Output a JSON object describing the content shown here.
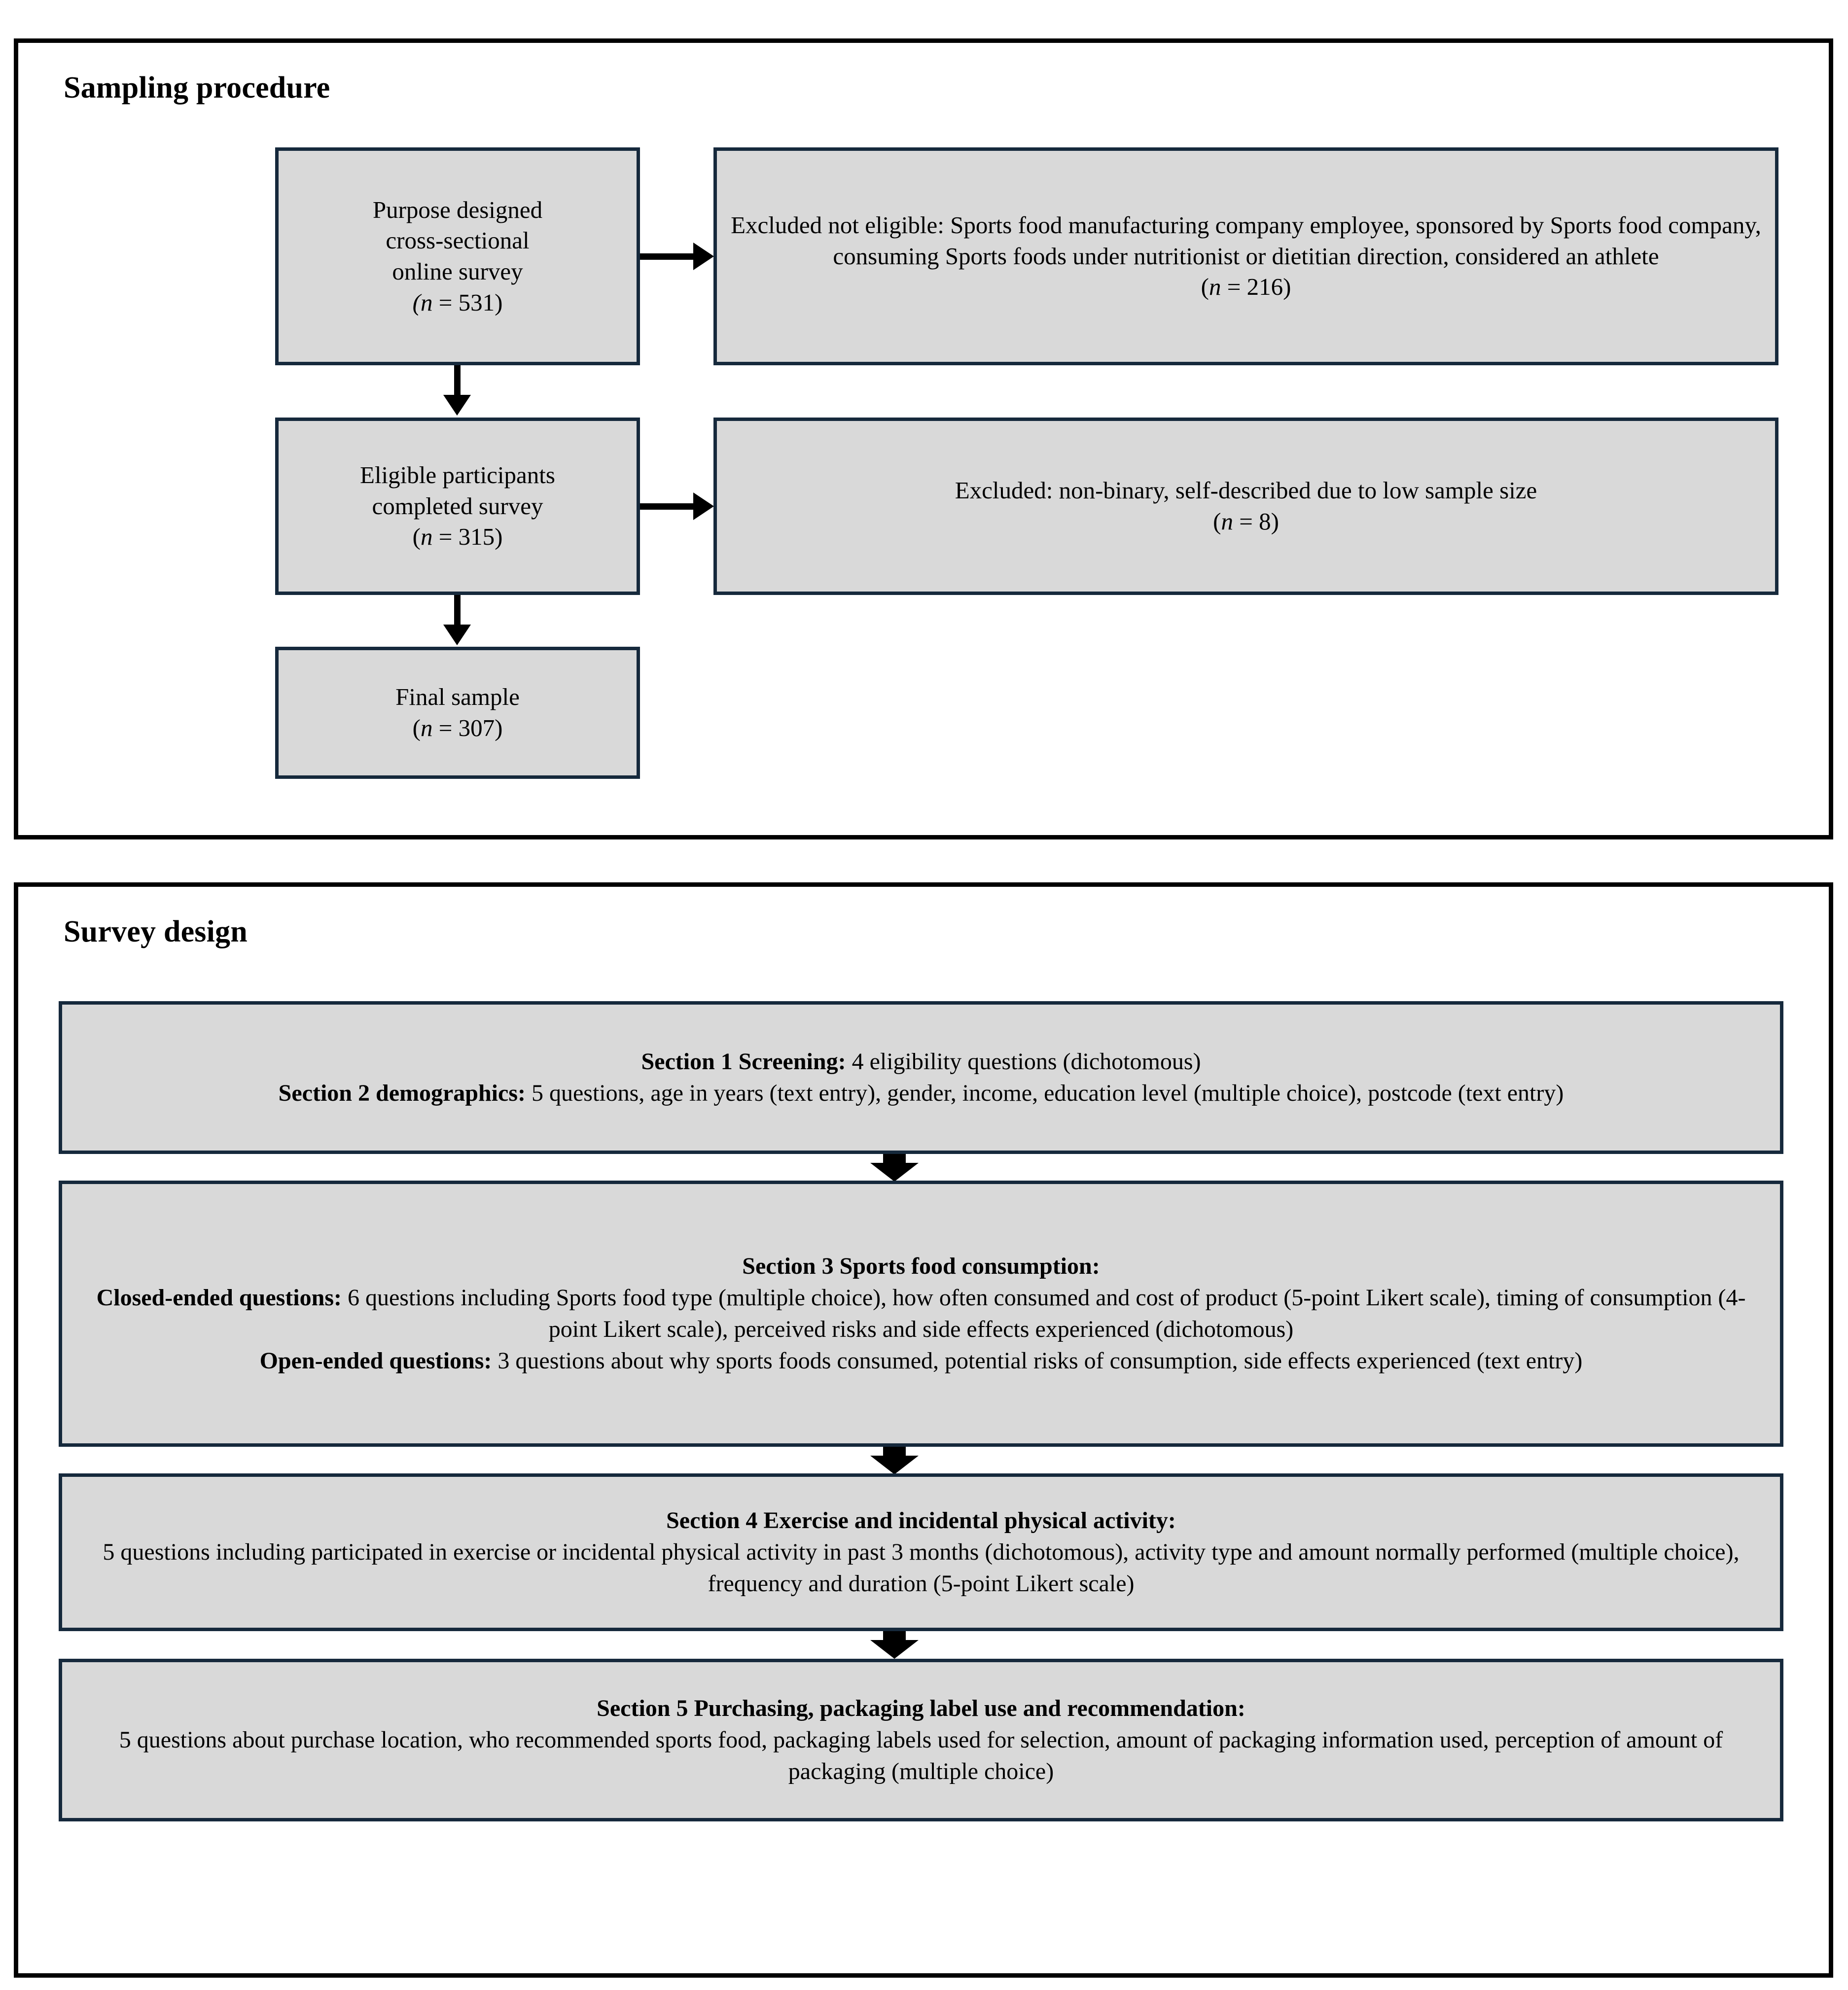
{
  "sampling": {
    "title": "Sampling procedure",
    "boxes": {
      "source_line1": "Purpose designed",
      "source_line2": "cross-sectional",
      "source_line3": "online survey",
      "source_n": "(n = 531)",
      "excluded1_text": "Excluded not eligible: Sports food manufacturing company employee, sponsored by Sports food company, consuming Sports foods under nutritionist or dietitian direction, considered an athlete",
      "excluded1_n": "(n = 216)",
      "eligible_line1": "Eligible participants",
      "eligible_line2": "completed survey",
      "eligible_n": "(n = 315)",
      "excluded2_text": "Excluded: non-binary, self-described due to low sample size",
      "excluded2_n": "(n = 8)",
      "final_label": "Final sample",
      "final_n": "(n = 307)"
    }
  },
  "survey": {
    "title": "Survey design",
    "sections": {
      "sec1_label": "Section 1 Screening:",
      "sec1_text": " 4 eligibility questions (dichotomous)",
      "sec2_label": "Section 2 demographics:",
      "sec2_text": " 5 questions, age in years (text entry), gender, income, education level (multiple choice), postcode (text entry)",
      "sec3_heading": "Section 3 Sports food consumption:",
      "sec3_closed_label": "Closed-ended questions:",
      "sec3_closed_text": " 6 questions including Sports food type (multiple choice), how often consumed and cost of product (5-point Likert scale), timing of consumption (4-point Likert scale), perceived risks and side effects experienced (dichotomous)",
      "sec3_open_label": "Open-ended questions:",
      "sec3_open_text": " 3 questions about why sports foods consumed, potential risks of consumption, side effects experienced (text entry)",
      "sec4_heading": "Section 4 Exercise and incidental physical activity:",
      "sec4_text": "5 questions including participated in exercise or incidental physical activity in past 3 months (dichotomous), activity type and amount normally performed (multiple choice), frequency and duration (5-point Likert scale)",
      "sec5_heading": "Section 5 Purchasing, packaging label use and recommendation:",
      "sec5_text": "5 questions about purchase location, who recommended sports food, packaging labels used for selection, amount of packaging information used, perception of amount of packaging (multiple choice)"
    }
  },
  "colors": {
    "box_fill": "#d9d9d9",
    "box_border": "#16293c",
    "panel_border": "#000000",
    "text": "#000000"
  }
}
